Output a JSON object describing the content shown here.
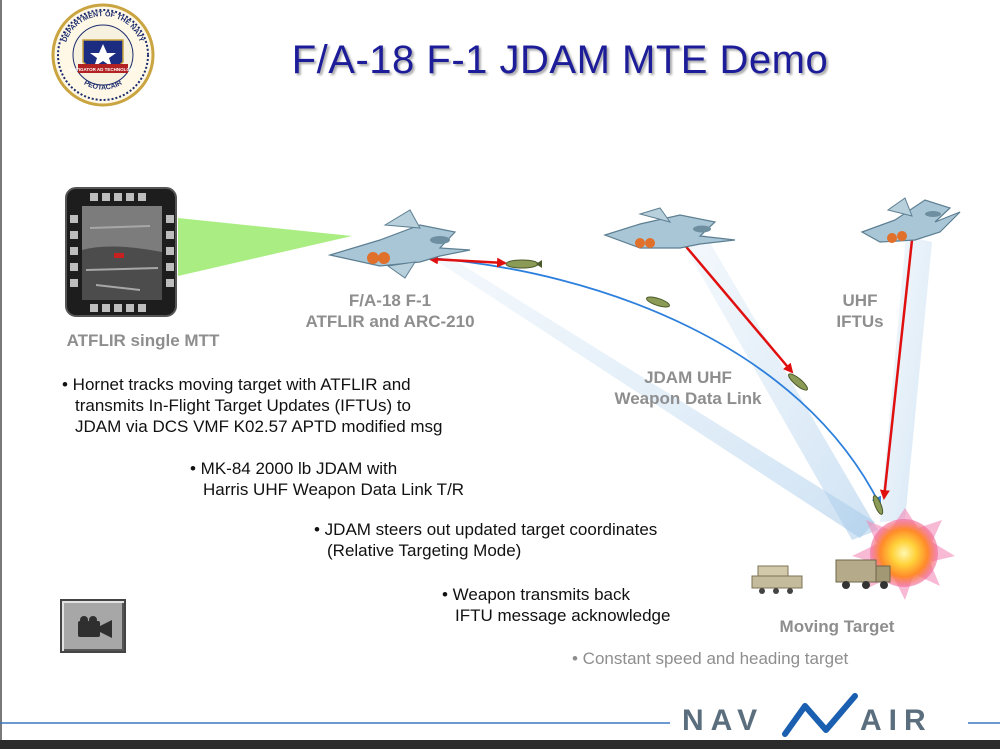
{
  "title": "F/A-18 F-1 JDAM MTE Demo",
  "seal": {
    "ring_text_top": "DEPARTMENT OF THE NAVY",
    "ribbon_text": "NAVIGATOR AD TECHNOLOGY",
    "ring_text_bottom": "PEOTACAIR"
  },
  "labels": {
    "atflir_mtt": "ATFLIR single MTT",
    "aircraft_line1": "F/A-18 F-1",
    "aircraft_line2": "ATFLIR and ARC-210",
    "uhf_line1": "UHF",
    "uhf_line2": "IFTUs",
    "datalink_line1": "JDAM UHF",
    "datalink_line2": "Weapon Data Link",
    "moving_target": "Moving Target"
  },
  "bullets": [
    {
      "lines": [
        "• Hornet tracks moving target with ATFLIR and",
        "transmits In-Flight Target Updates (IFTUs) to",
        "JDAM via DCS VMF K02.57 APTD modified msg"
      ]
    },
    {
      "lines": [
        "• MK-84 2000 lb JDAM with",
        "Harris UHF Weapon Data Link T/R"
      ]
    },
    {
      "lines": [
        "•  JDAM steers out updated target coordinates",
        "(Relative Targeting Mode)"
      ]
    },
    {
      "lines": [
        "• Weapon transmits back",
        "IFTU  message acknowledge"
      ]
    }
  ],
  "constant_note": "• Constant speed and heading target",
  "logo": {
    "left": "NAV",
    "right": "AIR"
  },
  "video_button_icon": "video-camera-icon",
  "colors": {
    "title": "#1d1d9a",
    "label_gray": "#8e8e8e",
    "ifte_arrow": "#e01010",
    "flight_path": "#2c7fdc",
    "beam": "#b9d6ee",
    "atflir_beam": "#8ee85a",
    "navair_blue": "#1a5fb0"
  }
}
